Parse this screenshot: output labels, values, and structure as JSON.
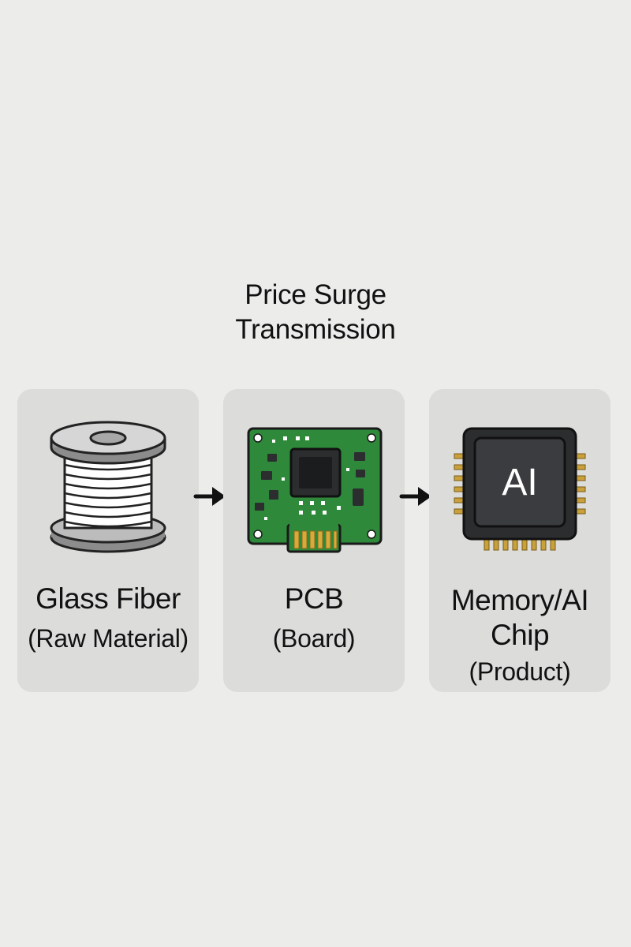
{
  "title": {
    "line1": "Price Surge",
    "line2": "Transmission"
  },
  "steps": [
    {
      "name": "Glass Fiber",
      "sub": "(Raw Material)",
      "icon": "spool-icon"
    },
    {
      "name": "PCB",
      "sub": "(Board)",
      "icon": "circuit-board-icon"
    },
    {
      "name_line1": "Memory/AI",
      "name_line2": "Chip",
      "sub": "(Product)",
      "icon": "ai-chip-icon",
      "chip_text": "AI"
    }
  ],
  "colors": {
    "background": "#ececeb",
    "card": "#dcdcdb",
    "pcb_green": "#2e8a3a",
    "chip_dark": "#2b2d2f",
    "gold": "#c9a13b"
  }
}
